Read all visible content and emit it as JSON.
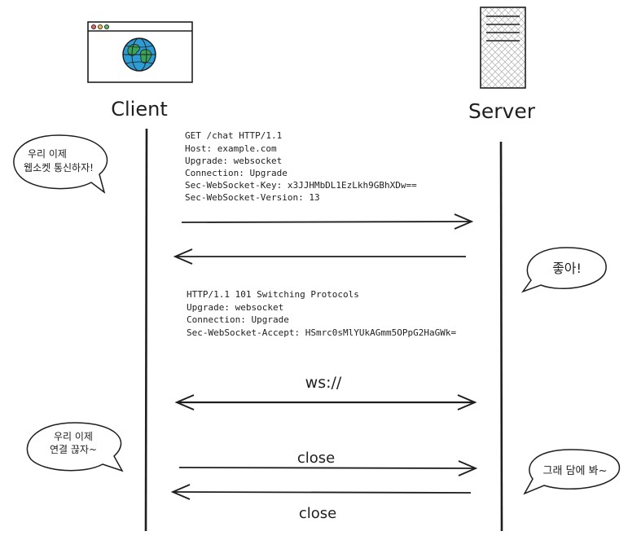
{
  "client": {
    "label": "Client",
    "icon": "browser-globe-icon"
  },
  "server": {
    "label": "Server",
    "icon": "server-rack-icon"
  },
  "request": {
    "lines": [
      "GET /chat HTTP/1.1",
      "Host: example.com",
      "Upgrade: websocket",
      "Connection: Upgrade",
      "Sec-WebSocket-Key: x3JJHMbDL1EzLkh9GBhXDw==",
      "Sec-WebSocket-Version: 13"
    ]
  },
  "response": {
    "lines": [
      "HTTP/1.1 101 Switching Protocols",
      "Upgrade: websocket",
      "Connection: Upgrade",
      "Sec-WebSocket-Accept: HSmrc0sMlYUkAGmm5OPpG2HaGWk="
    ]
  },
  "ws_label": "ws://",
  "close_request_label": "close",
  "close_response_label": "close",
  "bubbles": {
    "client_start": [
      "우리 이제",
      "웹소켓 통신하자!"
    ],
    "server_ok": [
      "좋아!"
    ],
    "client_end": [
      "우리 이제",
      "연결 끊자~"
    ],
    "server_bye": [
      "그래 담에 봐~"
    ]
  },
  "colors": {
    "ink": "#1e1e1e",
    "globe_blue": "#2d9bd4",
    "globe_green": "#3aa357",
    "dot_red": "#e0645a",
    "dot_yellow": "#e9b949",
    "dot_green": "#5bb56a",
    "server_fill": "#dcdcdc"
  }
}
